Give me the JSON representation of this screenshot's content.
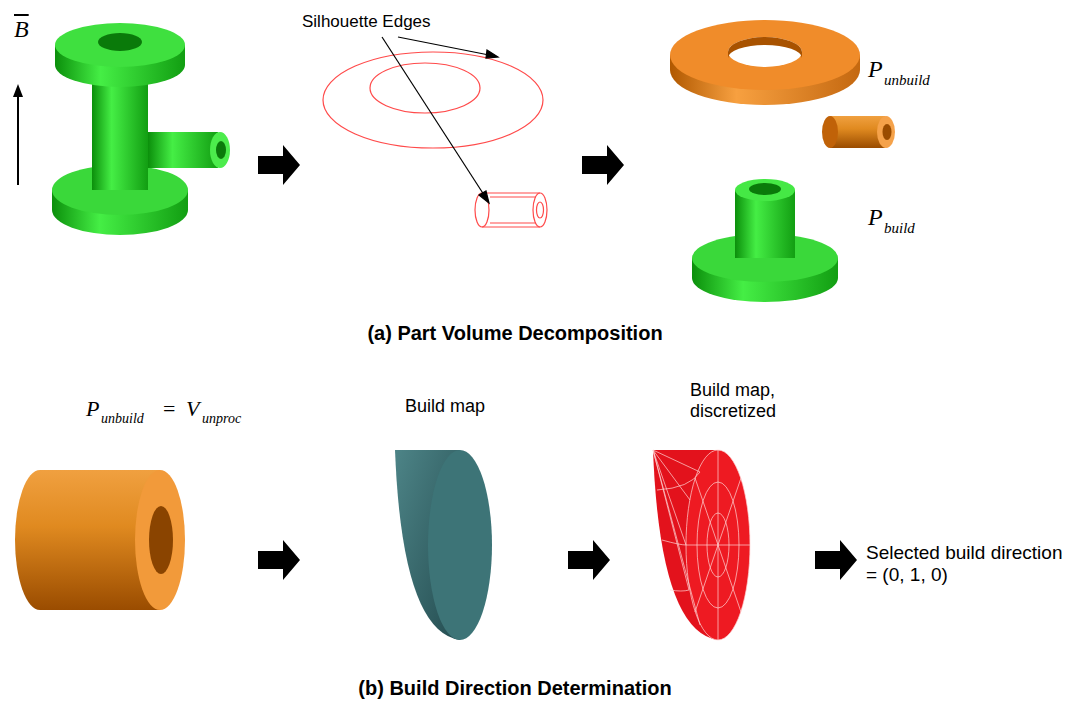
{
  "diagram": {
    "labels": [
      "B",
      "Silhouette Edges",
      "P",
      "unbuild",
      "P",
      "build",
      "(a) Part Volume Decomposition",
      "P",
      "unbuild",
      "=",
      "V",
      "unproc",
      "Build map",
      "Build map, discretized",
      "Selected build direction = (0, 1, 0)",
      "(b) Build Direction Determination"
    ]
  }
}
